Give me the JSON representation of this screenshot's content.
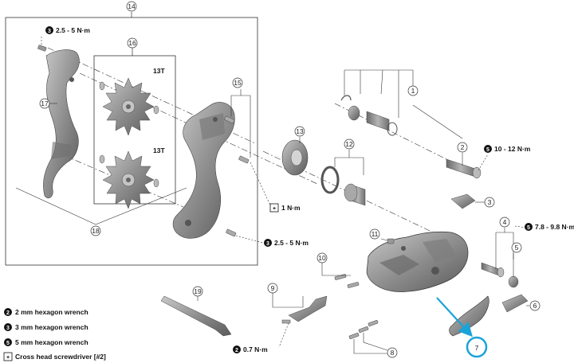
{
  "callouts": {
    "c1": "1",
    "c2": "2",
    "c3": "3",
    "c4": "4",
    "c5": "5",
    "c6": "6",
    "c7": "7",
    "c8": "8",
    "c9": "9",
    "c10": "10",
    "c11": "11",
    "c12": "12",
    "c13": "13",
    "c14": "14",
    "c15": "15",
    "c16": "16",
    "c17": "17",
    "c18": "18",
    "c19": "19"
  },
  "sprocket_labels": {
    "upper": "13T",
    "lower": "13T"
  },
  "torques": {
    "t_top_left": {
      "tool": "3",
      "value": "2.5 - 5 N·m"
    },
    "t_upper_right": {
      "tool": "5",
      "value": "10 - 12 N·m"
    },
    "t_screw": {
      "tool": "+",
      "value": "1 N·m"
    },
    "t_mid": {
      "tool": "3",
      "value": "2.5 - 5 N·m"
    },
    "t_right": {
      "tool": "5",
      "value": "7.8 - 9.8 N·m"
    },
    "t_bottom": {
      "tool": "2",
      "value": "0.7 N·m"
    }
  },
  "legend": [
    {
      "tool": "2",
      "text": "2 mm hexagon wrench"
    },
    {
      "tool": "3",
      "text": "3 mm hexagon wrench"
    },
    {
      "tool": "5",
      "text": "5 mm hexagon wrench"
    },
    {
      "tool": "+",
      "text": "Cross head screwdriver [#2]"
    }
  ],
  "colors": {
    "highlight": "#1aa3d9",
    "part": "#8f8f8f",
    "part_dark": "#5f5f5f",
    "line": "#333333"
  }
}
